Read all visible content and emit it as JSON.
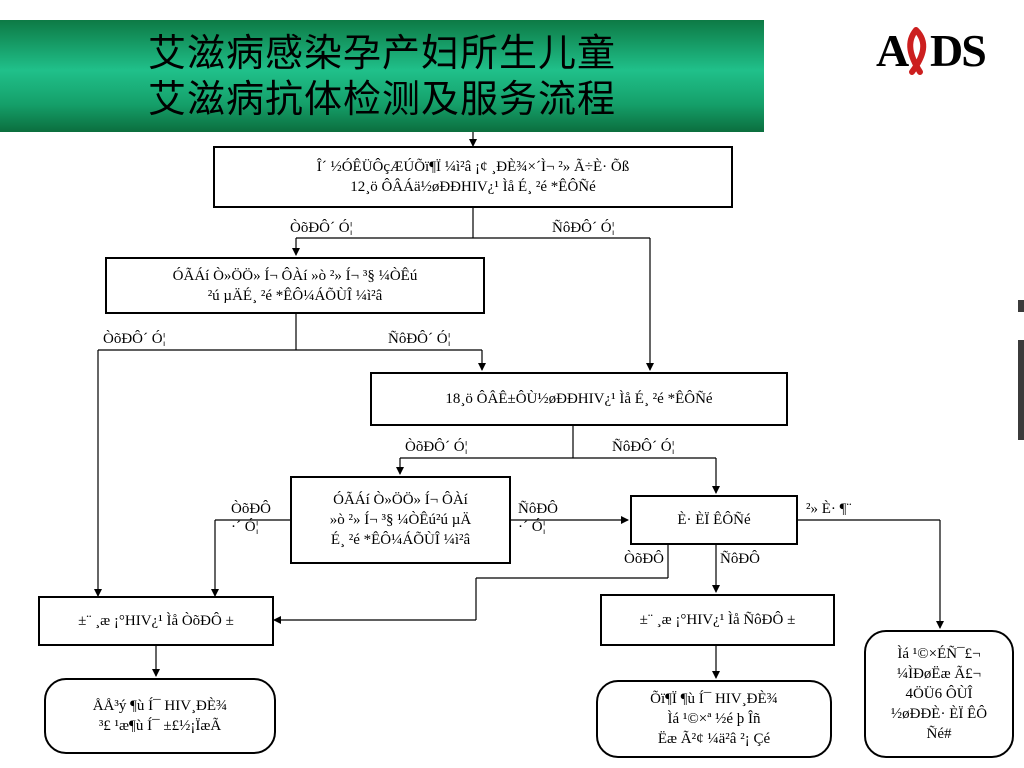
{
  "title": {
    "line1": "艾滋病感染孕产妇所生儿童",
    "line2": "艾滋病抗体检测及服务流程"
  },
  "logo": {
    "text": "AIDS",
    "left": "A",
    "right": "DS",
    "ribbon_color": "#cc1f1f"
  },
  "nodes": {
    "n1": {
      "line1": "Î´ ½ÓÊÜÔçÆÚÕï¶Ï ¼ì²â ¡¢ ¸ÐÈ¾×´Ì¬ ²» Ã÷È· Õß",
      "line2": "12¸ö ÔÂÁä½øÐÐHIV¿¹ Ìå É¸ ²é *ÊÔÑé"
    },
    "n2": {
      "line1": "ÓÃÁí Ò»ÖÖ» Í¬ Ô­Àí »ò ²» Í¬ ³§ ¼ÒÊú",
      "line2": "²ú µÄÉ¸ ²é *ÊÔ¼ÁÕÙÎ ¼ì²â"
    },
    "n3": {
      "line1": "18¸ö ÔÂÊ±ÔÙ½øÐÐHIV¿¹ Ìå É¸ ²é *ÊÔÑé"
    },
    "n4": {
      "line1": "ÓÃÁí Ò»ÖÖ» Í¬ Ô­Àí",
      "line2": "»ò ²» Í¬ ³§ ¼ÒÊú²ú µÄ",
      "line3": "É¸ ²é *ÊÔ¼ÁÕÙÎ ¼ì²â"
    },
    "n5": {
      "line1": "È· ÈÏ ÊÔÑé"
    },
    "n6": {
      "line1": "±¨ ¸æ ¡°HIV¿¹ Ìå ÒõÐÔ ±"
    },
    "n7": {
      "line1": "±¨ ¸æ ¡°HIV¿¹ Ìå ÑôÐÔ ±"
    },
    "n8": {
      "line1": "ÅÅ³ý ¶ù Í¯ HIV¸ÐÈ¾",
      "line2": "³£ ¹æ¶ù Í¯ ±£½¡ÏæÃ"
    },
    "n9": {
      "line1": "Õï¶Ï ¶ù Í¯ HIV¸ÐÈ¾",
      "line2": "Ìá ¹©×ª ½é þ Îñ",
      "line3": "Ëæ Ã²¢ ¼ä²â ²¡ Çé"
    },
    "n10": {
      "line1": "Ìá ¹©×ÉÑ¯£¬",
      "line2": "¼ÌÐøËæ Ã£¬",
      "line3": "4ÖÜ6 ÔÙÎ",
      "line4": "½øÐÐÈ· ÈÏ ÊÔ",
      "line5": "Ñé#"
    }
  },
  "edge_labels": {
    "neg1": "ÒõÐÔ´ Ó¦",
    "pos1": "ÑôÐÔ´ Ó¦",
    "neg2": "ÒõÐÔ´ Ó¦",
    "pos2": "ÑôÐÔ´ Ó¦",
    "neg3": "ÒõÐÔ´ Ó¦",
    "pos3": "ÑôÐÔ´ Ó¦",
    "neg4": "ÒõÐÔ\n·´ Ó¦",
    "pos4": "ÑôÐÔ\n·´ Ó¦",
    "neg5": "ÒõÐÔ",
    "pos5": "ÑôÐÔ",
    "indet": "²» È· ¶¨"
  }
}
